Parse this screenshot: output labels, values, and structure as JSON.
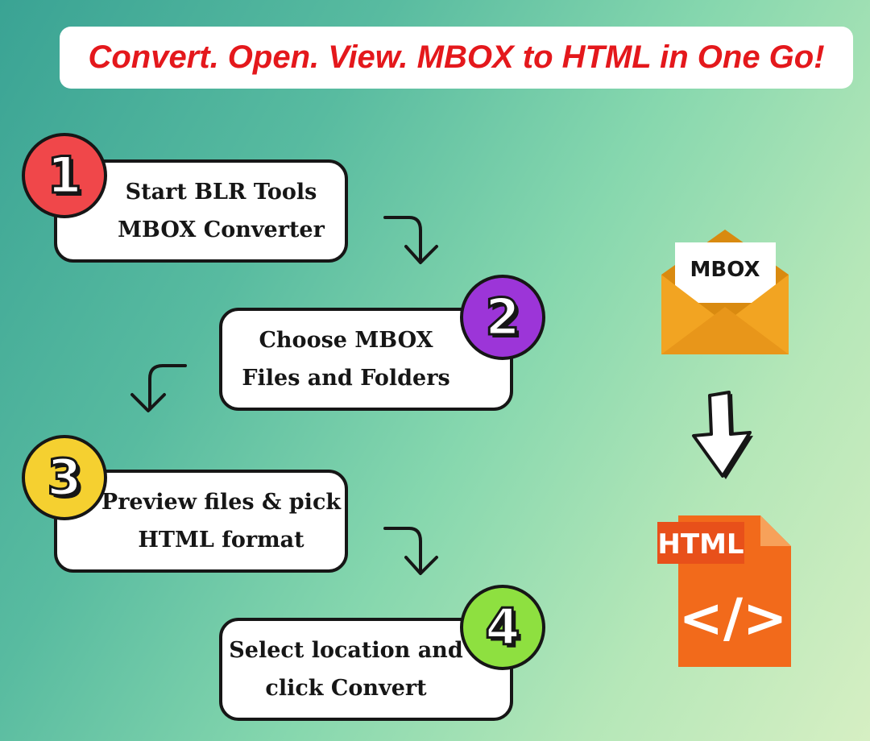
{
  "banner": {
    "title": "Convert. Open. View. MBOX to HTML in One Go!"
  },
  "steps": [
    {
      "number": "1",
      "lines": [
        "Start BLR Tools",
        "MBOX Converter"
      ],
      "color": "#f0474a"
    },
    {
      "number": "2",
      "lines": [
        "Choose MBOX",
        "Files and Folders"
      ],
      "color": "#9c35d8"
    },
    {
      "number": "3",
      "lines": [
        "Preview files & pick",
        "HTML format"
      ],
      "color": "#f5d030"
    },
    {
      "number": "4",
      "lines": [
        "Select location and",
        "click Convert"
      ],
      "color": "#8ee040"
    }
  ],
  "icons": {
    "mbox_label": "MBOX",
    "html_label": "HTML",
    "code_glyph": "</>"
  },
  "colors": {
    "banner_text": "#e4181c",
    "envelope": "#f2a422",
    "html_file": "#f26a1b"
  }
}
